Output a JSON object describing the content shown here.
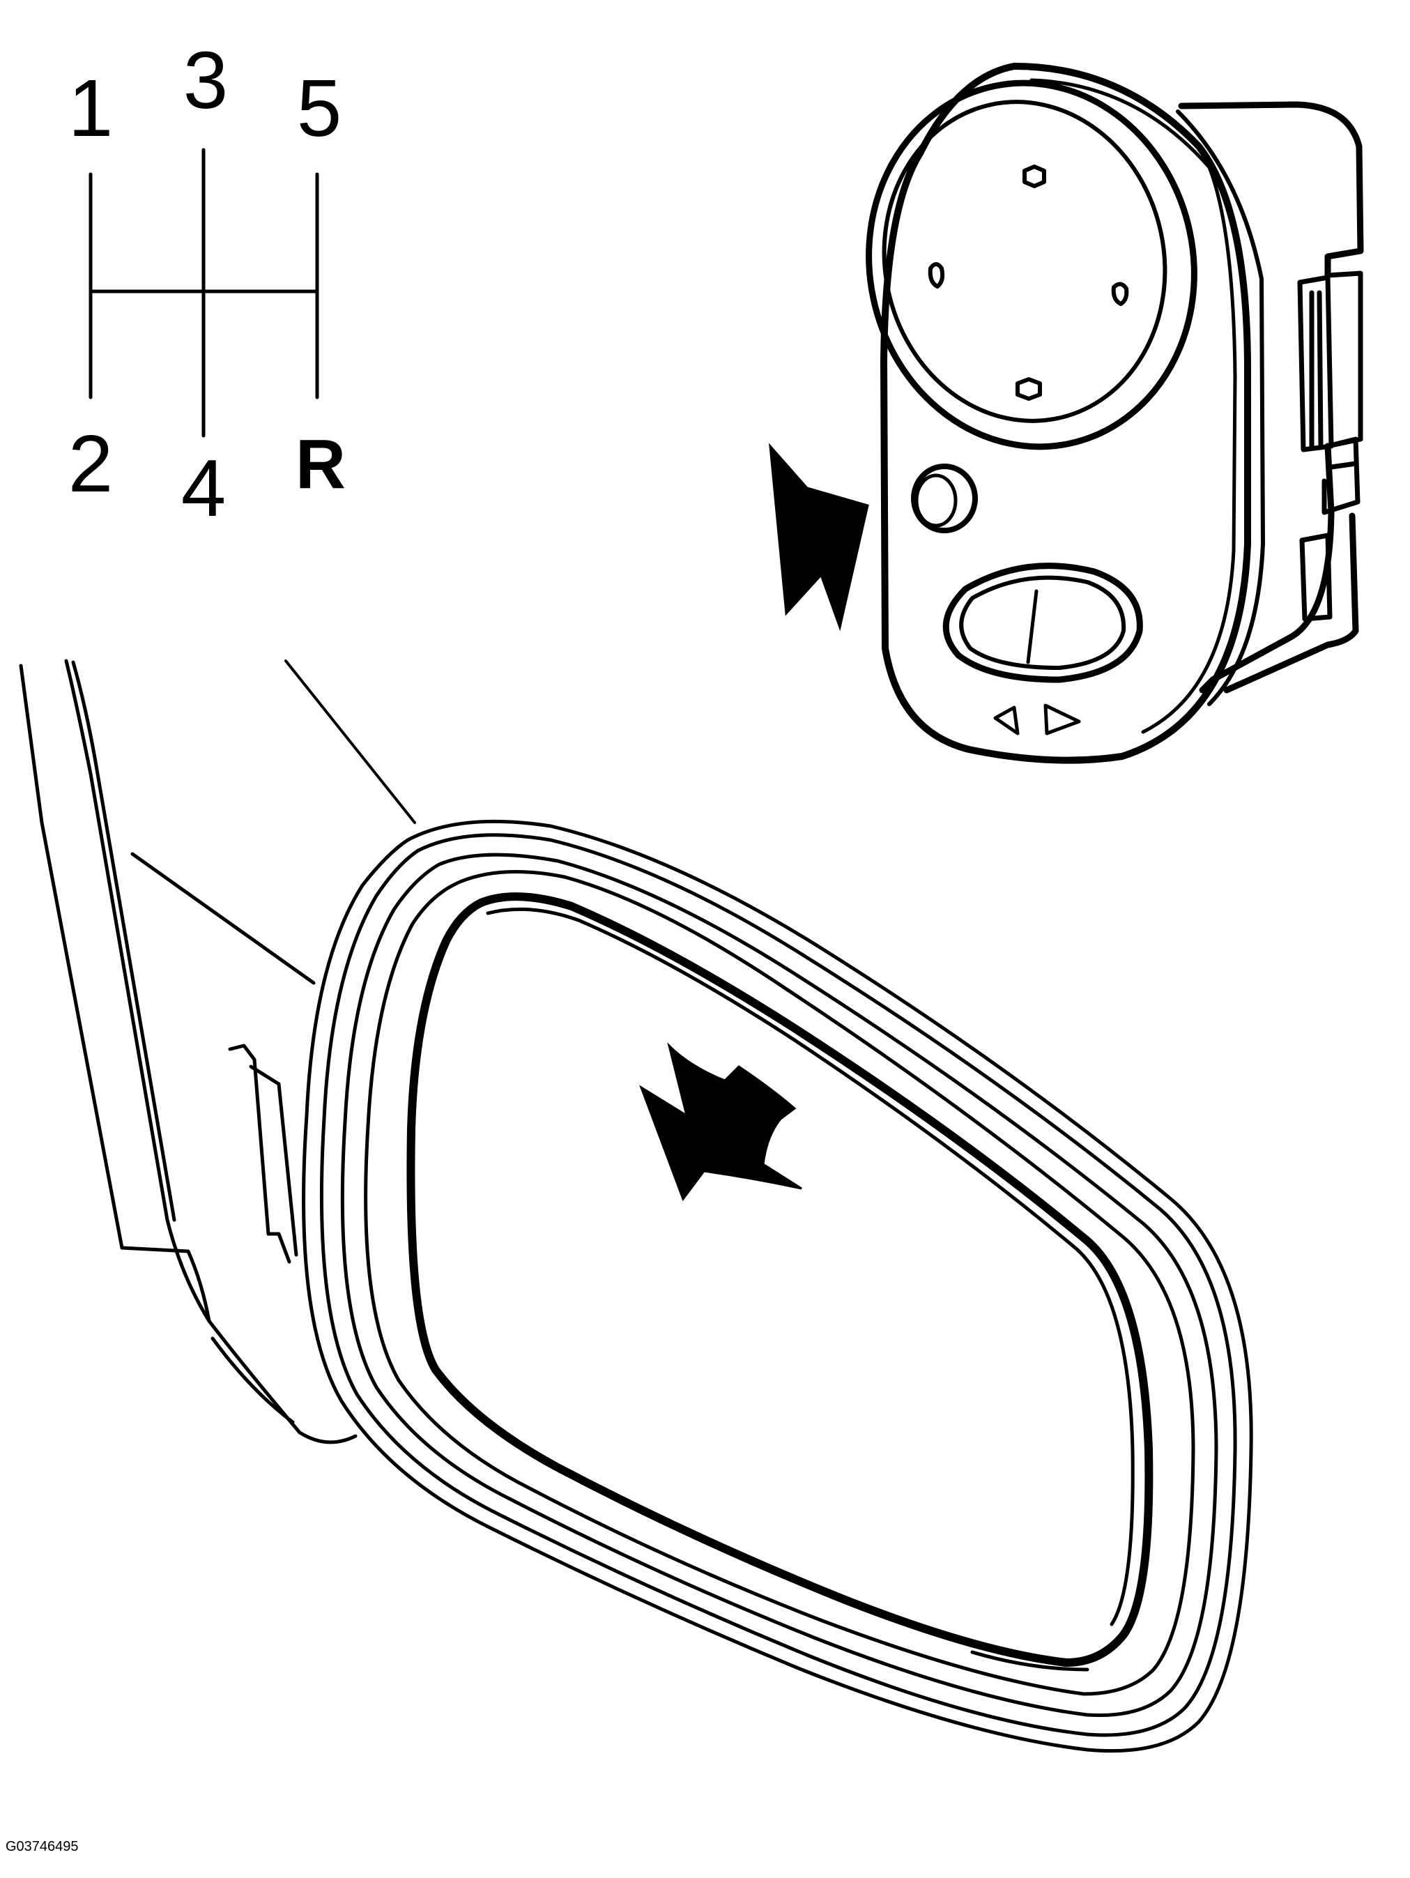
{
  "shift_pattern": {
    "gears": {
      "g1": "1",
      "g2": "2",
      "g3": "3",
      "g4": "4",
      "g5": "5",
      "reverse": "R"
    }
  },
  "figure_id": "G03746495",
  "colors": {
    "ink": "#000000",
    "background": "#ffffff"
  },
  "icons": {
    "push_arrow": "push-arrow-icon",
    "tilt_arrow": "curved-arrow-icon",
    "switch_arrows": "left-right-triangles-icon"
  }
}
